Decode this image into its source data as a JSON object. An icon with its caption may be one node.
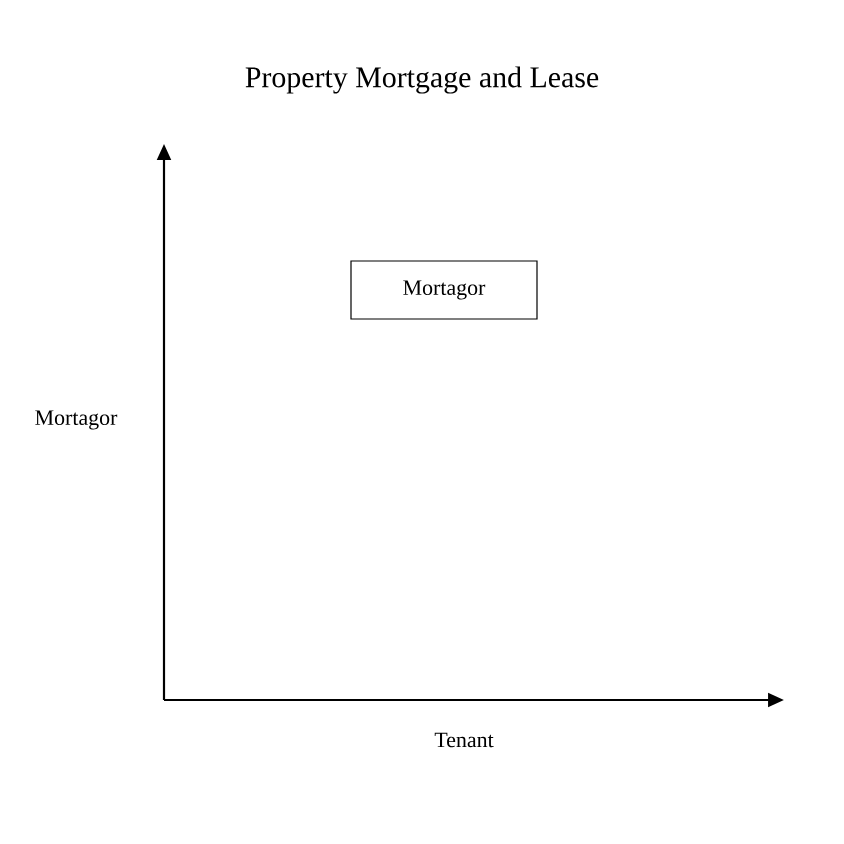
{
  "diagram": {
    "title": "Property Mortgage and Lease",
    "nodes": [
      {
        "text": [
          "Mortagor"
        ]
      }
    ],
    "labels": [
      "Mortagor",
      "Tenant"
    ]
  }
}
